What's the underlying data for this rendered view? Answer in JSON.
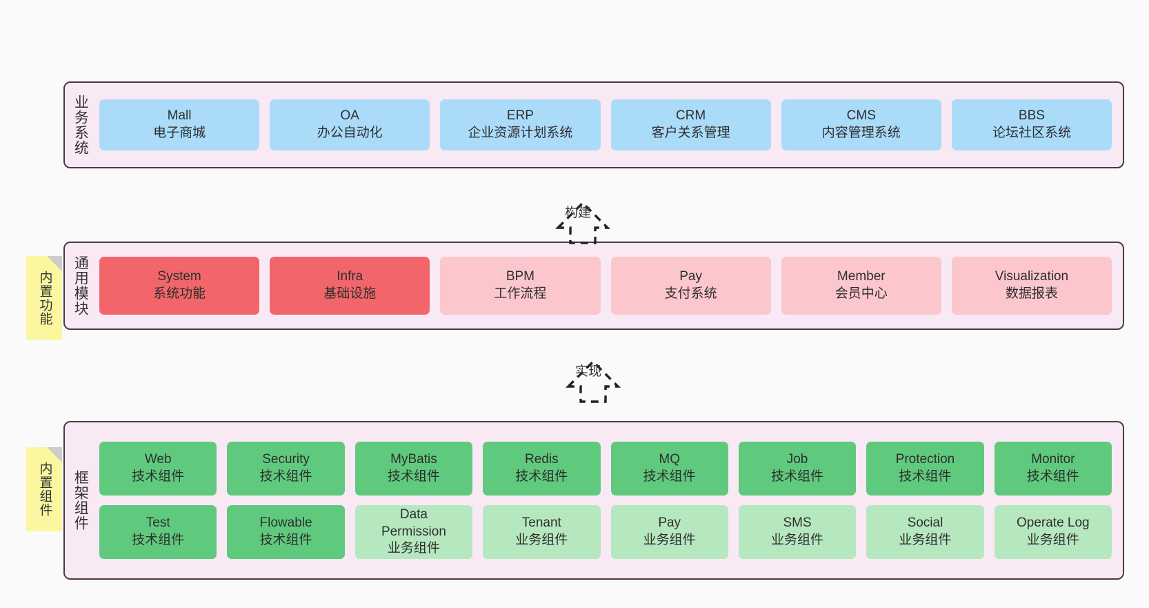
{
  "diagram": {
    "background_color": "#fafafa",
    "layer_fill": "#f9e9f4",
    "layer_border": "#4a3a44",
    "sticky_color": "#fbf7a0",
    "colors": {
      "blue": "#aadcfa",
      "red": "#f2666b",
      "pink": "#fbc7cd",
      "green": "#5fca7e",
      "light_green": "#b6e8bf"
    }
  },
  "layers": [
    {
      "id": "business",
      "title": "业务系统",
      "nodes": [
        {
          "name": "Mall",
          "desc": "电子商城",
          "color": "blue"
        },
        {
          "name": "OA",
          "desc": "办公自动化",
          "color": "blue"
        },
        {
          "name": "ERP",
          "desc": "企业资源计划系统",
          "color": "blue"
        },
        {
          "name": "CRM",
          "desc": "客户关系管理",
          "color": "blue"
        },
        {
          "name": "CMS",
          "desc": "内容管理系统",
          "color": "blue"
        },
        {
          "name": "BBS",
          "desc": "论坛社区系统",
          "color": "blue"
        }
      ]
    },
    {
      "id": "common",
      "title": "通用模块",
      "sticky": "内置功能",
      "nodes": [
        {
          "name": "System",
          "desc": "系统功能",
          "color": "red"
        },
        {
          "name": "Infra",
          "desc": "基础设施",
          "color": "red"
        },
        {
          "name": "BPM",
          "desc": "工作流程",
          "color": "pink"
        },
        {
          "name": "Pay",
          "desc": "支付系统",
          "color": "pink"
        },
        {
          "name": "Member",
          "desc": "会员中心",
          "color": "pink"
        },
        {
          "name": "Visualization",
          "desc": "数据报表",
          "color": "pink"
        }
      ]
    },
    {
      "id": "frame",
      "title": "框架组件",
      "sticky": "内置组件",
      "row1": [
        {
          "name": "Web",
          "desc": "技术组件",
          "color": "green"
        },
        {
          "name": "Security",
          "desc": "技术组件",
          "color": "green"
        },
        {
          "name": "MyBatis",
          "desc": "技术组件",
          "color": "green"
        },
        {
          "name": "Redis",
          "desc": "技术组件",
          "color": "green"
        },
        {
          "name": "MQ",
          "desc": "技术组件",
          "color": "green"
        },
        {
          "name": "Job",
          "desc": "技术组件",
          "color": "green"
        },
        {
          "name": "Protection",
          "desc": "技术组件",
          "color": "green"
        },
        {
          "name": "Monitor",
          "desc": "技术组件",
          "color": "green"
        }
      ],
      "row2": [
        {
          "name": "Test",
          "desc": "技术组件",
          "color": "green"
        },
        {
          "name": "Flowable",
          "desc": "技术组件",
          "color": "green"
        },
        {
          "name": "Data",
          "name2": "Permission",
          "desc": "业务组件",
          "color": "light_green"
        },
        {
          "name": "Tenant",
          "desc": "业务组件",
          "color": "light_green"
        },
        {
          "name": "Pay",
          "desc": "业务组件",
          "color": "light_green"
        },
        {
          "name": "SMS",
          "desc": "业务组件",
          "color": "light_green"
        },
        {
          "name": "Social",
          "desc": "业务组件",
          "color": "light_green"
        },
        {
          "name": "Operate Log",
          "desc": "业务组件",
          "color": "light_green"
        }
      ]
    }
  ],
  "connectors": [
    {
      "id": "build",
      "label": "构建",
      "from": "common",
      "to": "business"
    },
    {
      "id": "implement",
      "label": "实现",
      "from": "frame",
      "to": "common"
    }
  ]
}
